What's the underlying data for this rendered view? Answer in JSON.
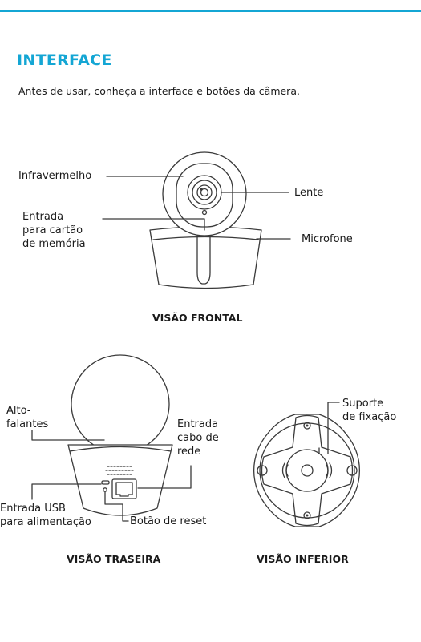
{
  "colors": {
    "accent": "#14a6d4",
    "line": "#3a3a3a"
  },
  "header": {
    "title": "INTERFACE",
    "intro": "Antes de usar, conheça a interface e botões da câmera."
  },
  "front_view": {
    "caption": "VISÃO FRONTAL",
    "labels": {
      "infrared": "Infravermelho",
      "lens": "Lente",
      "memory_card_line1": "Entrada",
      "memory_card_line2": "para cartão",
      "memory_card_line3": "de memória",
      "microphone": "Microfone"
    }
  },
  "back_view": {
    "caption": "VISÃO TRASEIRA",
    "labels": {
      "speakers_line1": "Alto-",
      "speakers_line2": "falantes",
      "network_line1": "Entrada",
      "network_line2": "cabo de",
      "network_line3": "rede",
      "usb_line1": "Entrada USB",
      "usb_line2": "para alimentação",
      "reset": "Botão de reset"
    }
  },
  "bottom_view": {
    "caption": "VISÃO INFERIOR",
    "labels": {
      "mount_line1": "Suporte",
      "mount_line2": "de fixação"
    }
  }
}
